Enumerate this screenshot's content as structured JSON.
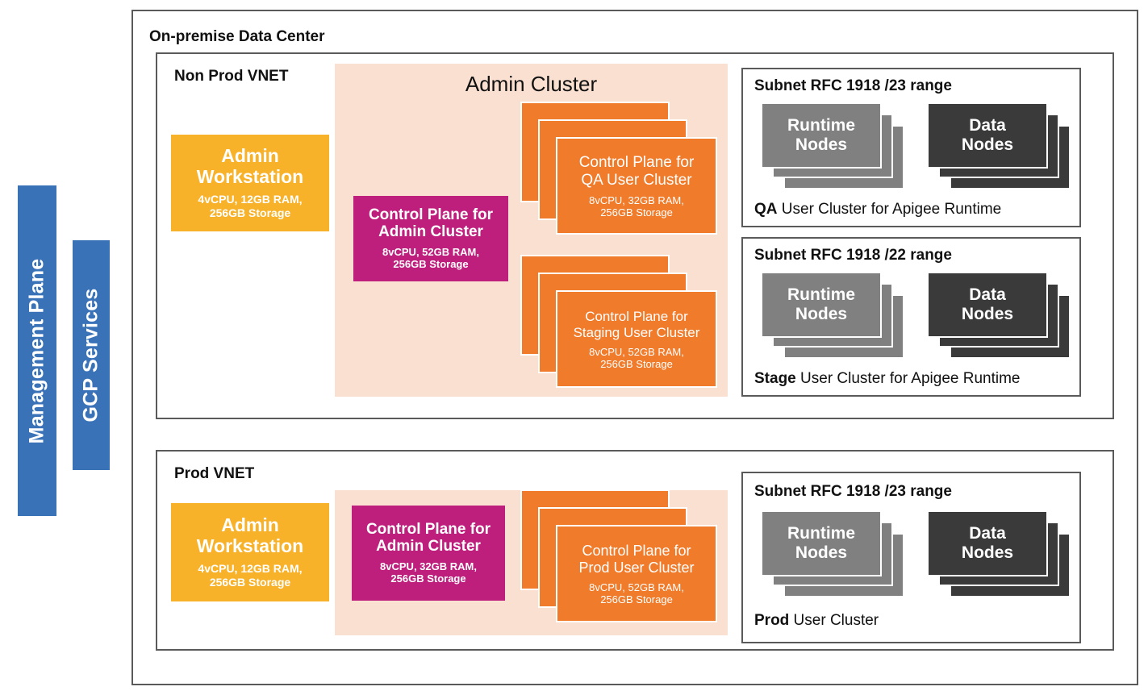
{
  "left_rail": {
    "management_plane": "Management Plane",
    "gcp_services": "GCP Services"
  },
  "datacenter": {
    "title": "On-premise Data Center"
  },
  "nonprod": {
    "title": "Non Prod VNET",
    "admin_cluster_title": "Admin Cluster",
    "admin_workstation": {
      "title_line1": "Admin",
      "title_line2": "Workstation",
      "spec_line1": "4vCPU, 12GB RAM,",
      "spec_line2": "256GB Storage"
    },
    "control_plane_admin": {
      "title_line1": "Control Plane for",
      "title_line2": "Admin Cluster",
      "spec_line1": "8vCPU, 52GB RAM,",
      "spec_line2": "256GB Storage"
    },
    "control_plane_qa": {
      "title_line1": "Control Plane for",
      "title_line2": "QA User Cluster",
      "spec_line1": "8vCPU, 32GB RAM,",
      "spec_line2": "256GB Storage"
    },
    "control_plane_staging": {
      "title_line1": "Control Plane for",
      "title_line2": "Staging User Cluster",
      "spec_line1": "8vCPU, 52GB RAM,",
      "spec_line2": "256GB Storage"
    },
    "subnet_qa": {
      "title": "Subnet RFC 1918 /23 range",
      "runtime_line1": "Runtime",
      "runtime_line2": "Nodes",
      "data_line1": "Data",
      "data_line2": "Nodes",
      "footer_bold": "QA",
      "footer_rest": " User Cluster for Apigee Runtime"
    },
    "subnet_stage": {
      "title": "Subnet RFC 1918 /22 range",
      "runtime_line1": "Runtime",
      "runtime_line2": "Nodes",
      "data_line1": "Data",
      "data_line2": "Nodes",
      "footer_bold": "Stage",
      "footer_rest": " User Cluster for Apigee Runtime"
    }
  },
  "prod": {
    "title": "Prod VNET",
    "admin_workstation": {
      "title_line1": "Admin",
      "title_line2": "Workstation",
      "spec_line1": "4vCPU, 12GB RAM,",
      "spec_line2": "256GB Storage"
    },
    "control_plane_admin": {
      "title_line1": "Control Plane for",
      "title_line2": "Admin Cluster",
      "spec_line1": "8vCPU, 32GB RAM,",
      "spec_line2": "256GB Storage"
    },
    "control_plane_prod": {
      "title_line1": "Control Plane for",
      "title_line2": "Prod User Cluster",
      "spec_line1": "8vCPU, 52GB RAM,",
      "spec_line2": "256GB Storage"
    },
    "subnet_prod": {
      "title": "Subnet RFC 1918 /23 range",
      "runtime_line1": "Runtime",
      "runtime_line2": "Nodes",
      "data_line1": "Data",
      "data_line2": "Nodes",
      "footer_bold": "Prod",
      "footer_rest": " User Cluster"
    }
  },
  "colors": {
    "blue": "#3A72B8",
    "amber": "#F8B229",
    "magenta": "#BE1E7C",
    "orange": "#F07B2B",
    "pink_band": "#FAE0D0",
    "gray_node": "#808080",
    "dark_node": "#3A3A3A",
    "border": "#5A5A5A"
  }
}
